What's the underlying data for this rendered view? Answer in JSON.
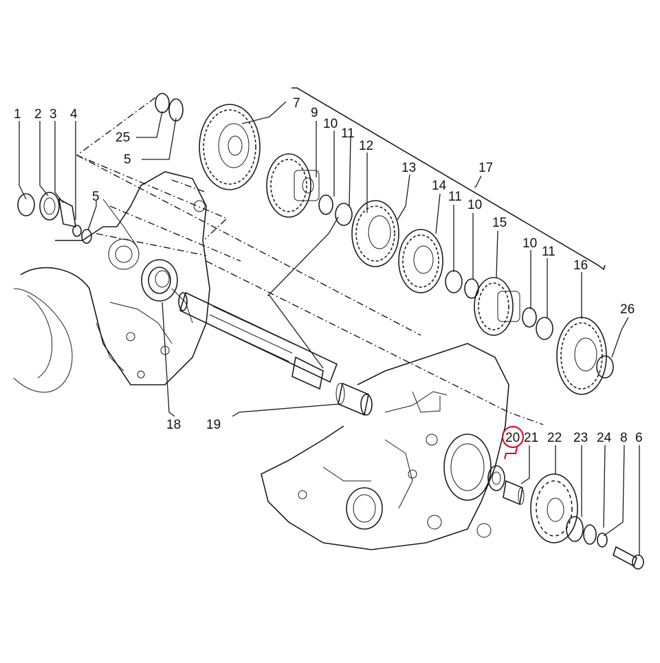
{
  "colors": {
    "background": "#ffffff",
    "ink": "#1a1a1a",
    "highlight": "#d0021b"
  },
  "callouts": {
    "c1": "1",
    "c2": "2",
    "c3": "3",
    "c4": "4",
    "c5a": "5",
    "c5b": "5",
    "c25": "25",
    "c7": "7",
    "c9": "9",
    "c10a": "10",
    "c11a": "11",
    "c12": "12",
    "c13": "13",
    "c14": "14",
    "c11b": "11",
    "c10b": "10",
    "c15": "15",
    "c17": "17",
    "c10c": "10",
    "c11c": "11",
    "c16": "16",
    "c26": "26",
    "c18": "18",
    "c19": "19",
    "c20": "20",
    "c21": "21",
    "c22": "22",
    "c23": "23",
    "c24": "24",
    "c8": "8",
    "c6": "6"
  },
  "highlighted_callout": "20"
}
